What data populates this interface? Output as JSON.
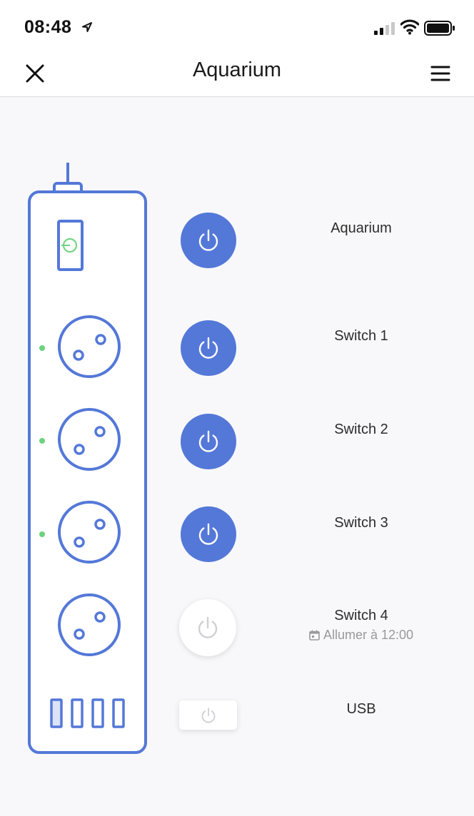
{
  "status_bar": {
    "time": "08:48"
  },
  "nav": {
    "title": "Aquarium"
  },
  "outlets": [
    {
      "label": "Aquarium",
      "state": "on"
    },
    {
      "label": "Switch 1",
      "state": "on"
    },
    {
      "label": "Switch 2",
      "state": "on"
    },
    {
      "label": "Switch 3",
      "state": "on"
    },
    {
      "label": "Switch 4",
      "state": "off",
      "schedule": "Allumer à 12:00"
    },
    {
      "label": "USB",
      "state": "off"
    }
  ],
  "colors": {
    "accent": "#5478d8",
    "indicator_green": "#6cd37d",
    "off_icon": "#cfcfd4"
  }
}
